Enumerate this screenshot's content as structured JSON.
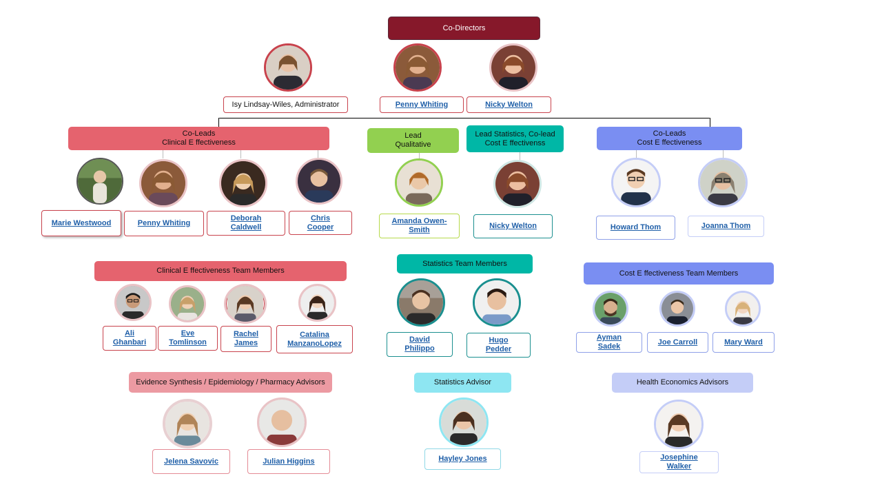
{
  "colors": {
    "directors": "#86182a",
    "clinical": "#e5636e",
    "qualitative": "#92d050",
    "statistics": "#00b7a6",
    "cost": "#7a8ef2",
    "advisors_clinical": "#ec9aa2",
    "advisors_stats": "#8ee6f2",
    "advisors_health": "#c4cdf7",
    "link": "#1f5fa8"
  },
  "directors": {
    "title": "Co-Directors"
  },
  "admin": {
    "name": "Isy Lindsay-Wiles, Administrator"
  },
  "director_names": [
    "Penny Whiting",
    "Nicky Welton"
  ],
  "leads": {
    "clinical": {
      "line1": "Co-Leads",
      "line2": "Clinical E ffectiveness"
    },
    "qualitative": {
      "line1": "Lead",
      "line2": "Qualitative"
    },
    "statistics": {
      "line1": "Lead Statistics, Co-lead",
      "line2": "Cost E ffectivenss"
    },
    "cost": {
      "line1": "Co-Leads",
      "line2": "Cost E ffectiveness"
    }
  },
  "lead_people": {
    "clinical": [
      {
        "line1": "Marie Westwood",
        "line2": ""
      },
      {
        "line1": "Penny Whiting",
        "line2": ""
      },
      {
        "line1": "Deborah",
        "line2": "Caldwell"
      },
      {
        "line1": "Chris",
        "line2": "Cooper"
      }
    ],
    "qualitative": [
      {
        "line1": "Amanda Owen-",
        "line2": "Smith"
      }
    ],
    "statistics": [
      {
        "line1": "Nicky Welton",
        "line2": ""
      }
    ],
    "cost": [
      {
        "line1": "Howard Thom",
        "line2": ""
      },
      {
        "line1": "Joanna Thom",
        "line2": ""
      }
    ]
  },
  "teams": {
    "clinical": {
      "title": "Clinical E ffectiveness Team Members",
      "members": [
        {
          "line1": "Ali",
          "line2": "Ghanbari"
        },
        {
          "line1": "Eve",
          "line2": "Tomlinson"
        },
        {
          "line1": "Rachel",
          "line2": "James"
        },
        {
          "line1": "Catalina",
          "line2": "ManzanoLopez"
        }
      ]
    },
    "statistics": {
      "title": "Statistics Team Members",
      "members": [
        {
          "line1": "David",
          "line2": "Philippo"
        },
        {
          "line1": "Hugo",
          "line2": "Pedder"
        }
      ]
    },
    "cost": {
      "title": "Cost E ffectiveness Team Members",
      "members": [
        {
          "line1": "Ayman",
          "line2": "Sadek"
        },
        {
          "line1": "Joe Carroll",
          "line2": ""
        },
        {
          "line1": "Mary Ward",
          "line2": ""
        }
      ]
    }
  },
  "advisors": {
    "clinical": {
      "title": "Evidence Synthesis / Epidemiology / Pharmacy Advisors",
      "members": [
        {
          "line1": "Jelena Savovic",
          "line2": ""
        },
        {
          "line1": "Julian Higgins",
          "line2": ""
        }
      ]
    },
    "statistics": {
      "title": "Statistics Advisor",
      "members": [
        {
          "line1": "Hayley Jones",
          "line2": ""
        }
      ]
    },
    "health": {
      "title": "Health Economics Advisors",
      "members": [
        {
          "line1": "Josephine",
          "line2": "Walker"
        }
      ]
    }
  }
}
